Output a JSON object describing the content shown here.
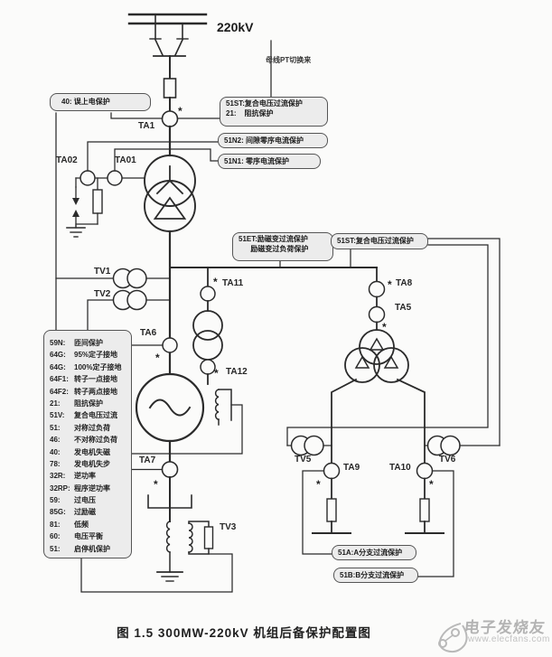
{
  "figure": {
    "caption": "图 1.5  300MW-220kV 机组后备保护配置图",
    "voltage_label": "220kV",
    "bus_pt_label": "母线PT切换来",
    "star": "*"
  },
  "devices": {
    "ta1": "TA1",
    "ta01": "TA01",
    "ta02": "TA02",
    "tv1": "TV1",
    "tv2": "TV2",
    "ta11": "TA11",
    "ta12": "TA12",
    "ta6": "TA6",
    "ta7": "TA7",
    "tv3": "TV3",
    "ta8": "TA8",
    "ta5": "TA5",
    "tv5": "TV5",
    "tv6": "TV6",
    "ta9": "TA9",
    "ta10": "TA10"
  },
  "protection_boxes": {
    "accidental_energization": "40: 误上电保护",
    "main_tr_backup_l1": "51ST:复合电压过流保护",
    "main_tr_backup_l2": "21:    阻抗保护",
    "gap_zero_seq": "51N2: 间隙零序电流保护",
    "zero_seq": "51N1: 零序电流保护",
    "exc_tr_l1": "51ET:励磁变过流保护",
    "exc_tr_l2": "      励磁变过负荷保护",
    "aux_tr": "51ST:复合电压过流保护",
    "branch_a": "51A:A分支过流保护",
    "branch_b": "51B:B分支过流保护"
  },
  "generator_protections": [
    {
      "code": "59N:",
      "name": "匝间保护"
    },
    {
      "code": "64G:",
      "name": "95%定子接地"
    },
    {
      "code": "64G:",
      "name": "100%定子接地"
    },
    {
      "code": "64F1:",
      "name": "转子一点接地"
    },
    {
      "code": "64F2:",
      "name": "转子两点接地"
    },
    {
      "code": "21:",
      "name": "阻抗保护"
    },
    {
      "code": "51V:",
      "name": "复合电压过流"
    },
    {
      "code": "51:",
      "name": "对称过负荷"
    },
    {
      "code": "46:",
      "name": "不对称过负荷"
    },
    {
      "code": "40:",
      "name": "发电机失磁"
    },
    {
      "code": "78:",
      "name": "发电机失步"
    },
    {
      "code": "32R:",
      "name": "逆功率"
    },
    {
      "code": "32RP:",
      "name": "程序逆功率"
    },
    {
      "code": "59:",
      "name": "过电压"
    },
    {
      "code": "85G:",
      "name": "过励磁"
    },
    {
      "code": "81:",
      "name": "低频"
    },
    {
      "code": "60:",
      "name": "电压平衡"
    },
    {
      "code": "51:",
      "name": "启停机保护"
    }
  ],
  "watermark": {
    "name": "电子发烧友",
    "url": "www.elecfans.com"
  },
  "colors": {
    "line": "#2b2b2b",
    "box_fill": "#ececec",
    "watermark": "#b3b3b3"
  }
}
